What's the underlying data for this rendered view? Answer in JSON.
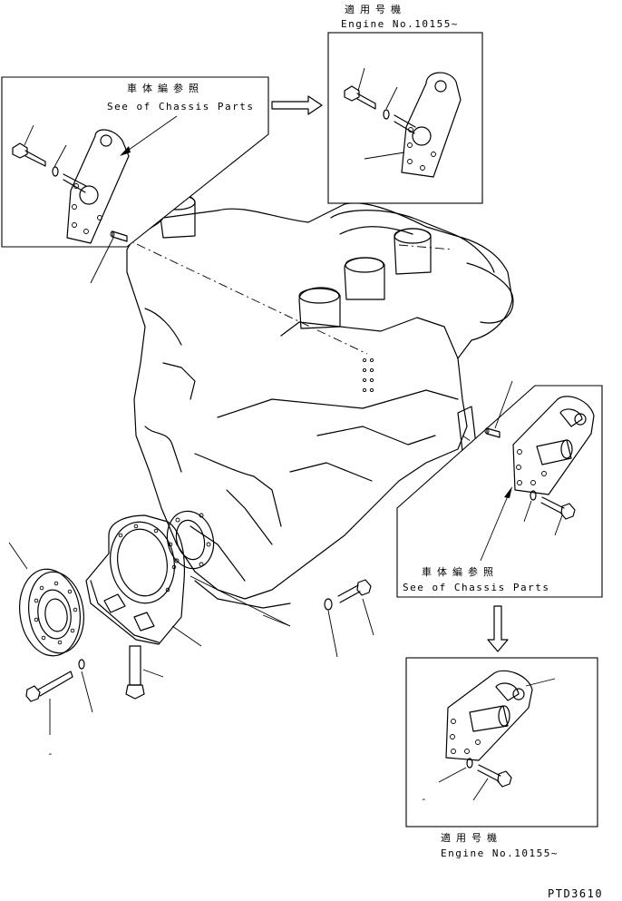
{
  "labels": {
    "applicable_top_jp": "適用号機",
    "applicable_top_en": "Engine No.10155~",
    "chassis_left_jp": "車体編参照",
    "chassis_left_en": "See of Chassis Parts",
    "chassis_right_jp": "車体編参照",
    "chassis_right_en": "See of Chassis Parts",
    "applicable_bottom_jp": "適用号機",
    "applicable_bottom_en": "Engine No.10155~",
    "drawing_code": "PTD3610",
    "dash_left": "-",
    "dash_right": "-"
  }
}
